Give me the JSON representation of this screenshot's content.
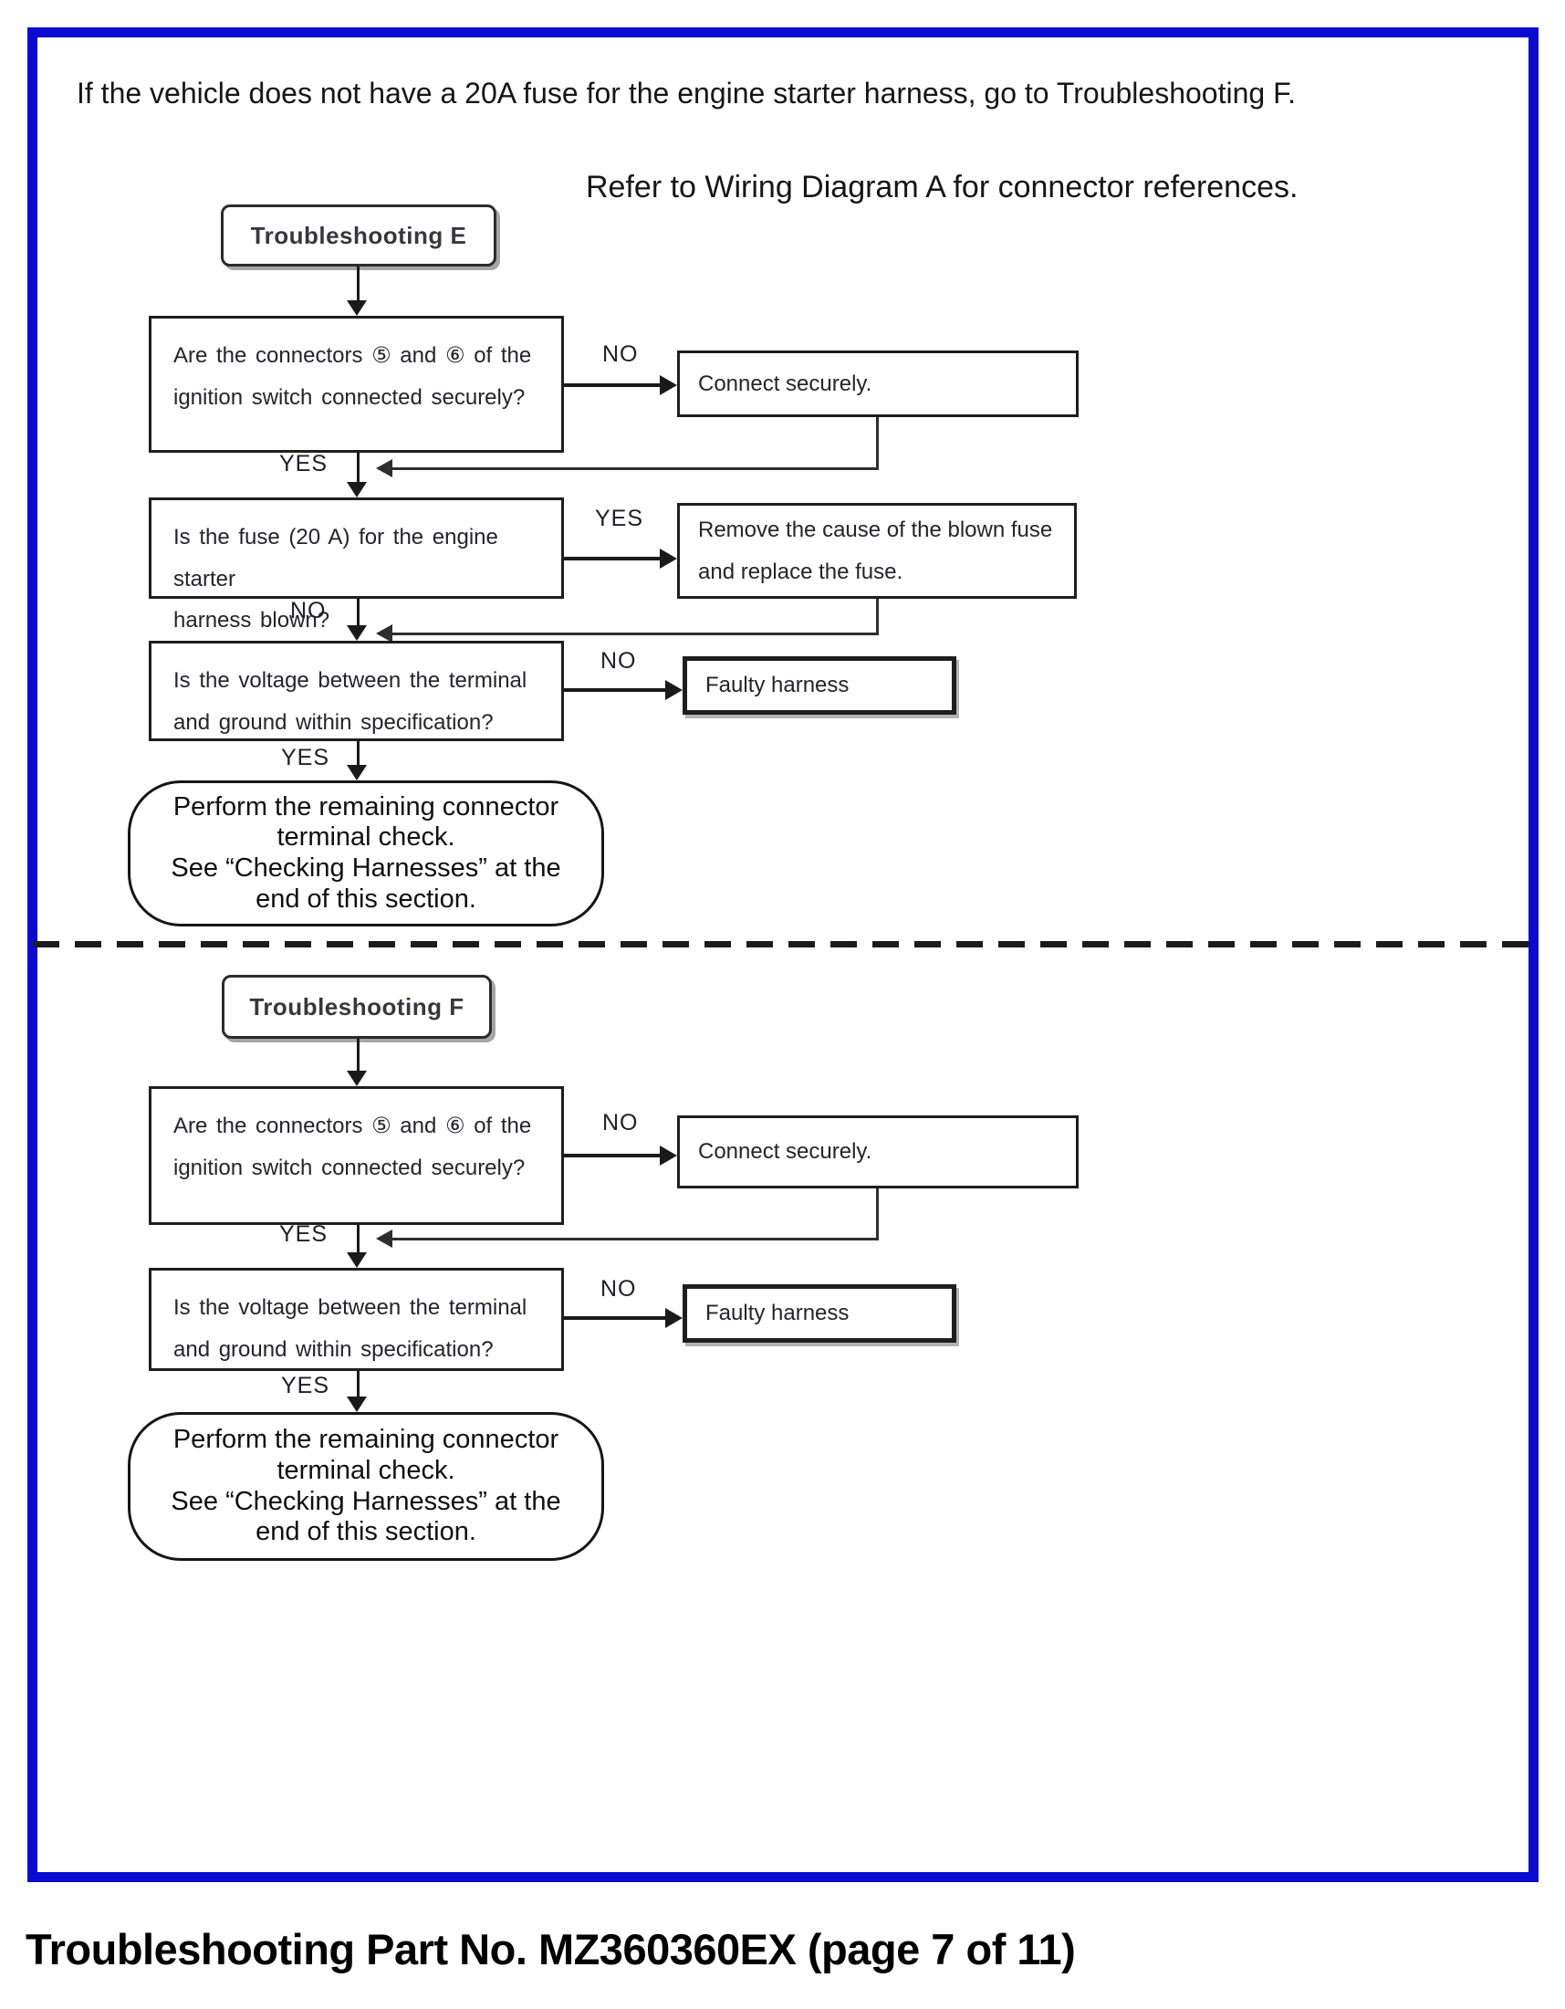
{
  "document": {
    "top_note": "If the vehicle does not have a 20A fuse for the engine starter harness, go to Troubleshooting F.",
    "refer_note": "Refer to Wiring Diagram A for connector references.",
    "caption": "Troubleshooting Part No. MZ360360EX (page 7 of 11)"
  },
  "labels": {
    "yes": "YES",
    "no": "NO"
  },
  "flowchart_e": {
    "title": "Troubleshooting E",
    "q_connectors": "Are the connectors ⑤ and ⑥ of the\nignition switch connected securely?",
    "action_connect": "Connect securely.",
    "q_fuse": "Is the fuse (20 A) for the engine starter\nharness blown?",
    "action_fuse": "Remove the cause of the blown fuse\nand replace the fuse.",
    "q_voltage": "Is the voltage between the terminal\nand ground within specification?",
    "action_faulty": "Faulty harness",
    "terminal": "Perform the remaining connector\nterminal check.\nSee “Checking Harnesses” at the\nend of this section."
  },
  "flowchart_f": {
    "title": "Troubleshooting F",
    "q_connectors": "Are the connectors ⑤ and ⑥ of the\nignition switch connected securely?",
    "action_connect": "Connect securely.",
    "q_voltage": "Is the voltage between the terminal\nand ground within specification?",
    "action_faulty": "Faulty harness",
    "terminal": "Perform the remaining connector\nterminal check.\nSee “Checking Harnesses” at the\nend of this section."
  }
}
